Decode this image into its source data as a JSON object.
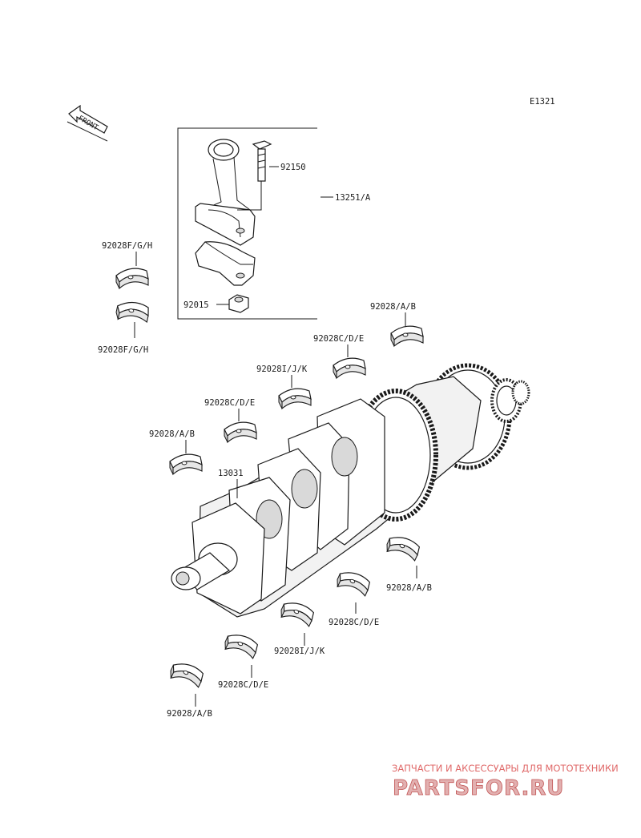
{
  "diagram_code": "E1321",
  "front_label": "FRONT",
  "callouts": {
    "c92150": "92150",
    "c13251": "13251/A",
    "c92015": "92015",
    "c92028fgh_top": "92028F/G/H",
    "c92028fgh_bot": "92028F/G/H",
    "c92028ab_1": "92028/A/B",
    "c92028cde_1": "92028C/D/E",
    "c92028ijk_1": "92028I/J/K",
    "c92028cde_2": "92028C/D/E",
    "c92028ab_2": "92028/A/B",
    "c13031": "13031",
    "c92028ab_3": "92028/A/B",
    "c92028cde_3": "92028C/D/E",
    "c92028ijk_2": "92028I/J/K",
    "c92028cde_4": "92028C/D/E",
    "c92028ab_4": "92028/A/B"
  },
  "watermark": {
    "subtitle": "ЗАПЧАСТИ И АКСЕССУАРЫ ДЛЯ МОТОТЕХНИКИ",
    "brand": "PARTSFOR.RU"
  }
}
